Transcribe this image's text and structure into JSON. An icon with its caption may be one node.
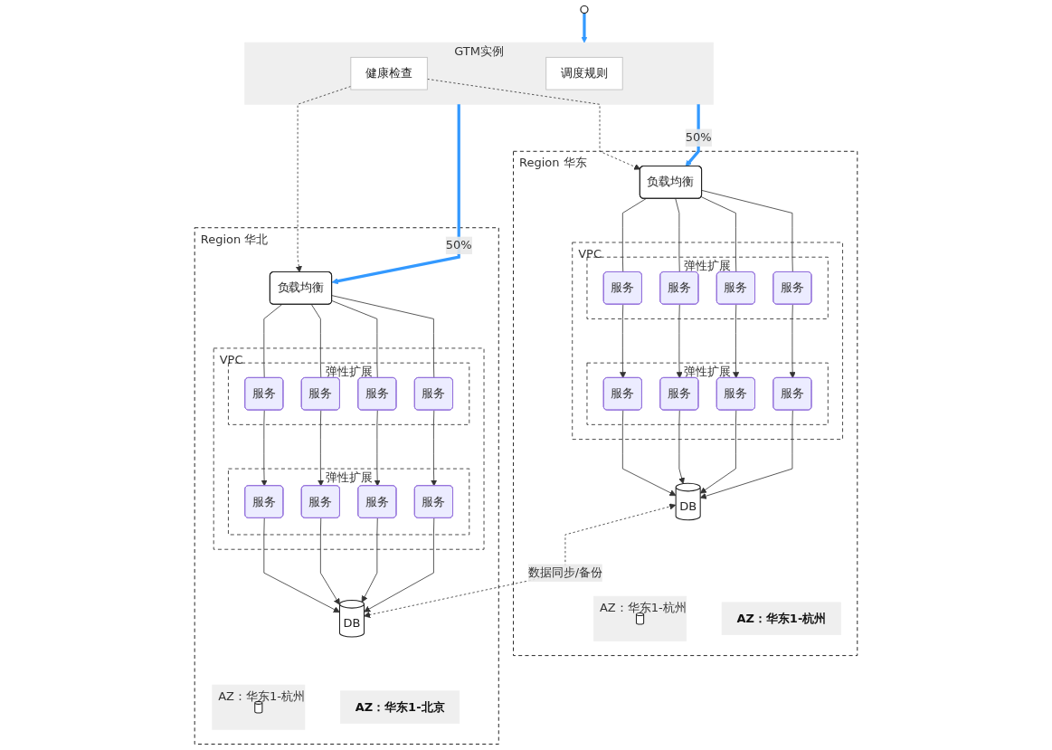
{
  "diagram": {
    "nodes": [
      {
        "text": [],
        "shape": "person"
      },
      {
        "text": [
          "GTM实例"
        ]
      },
      {
        "text": [
          "调度规则"
        ],
        "in": 1
      },
      {
        "text": [
          "健康检查"
        ],
        "in": 1
      },
      {
        "text": [
          "Region 华东"
        ]
      },
      {
        "text": [
          "负载均衡"
        ],
        "in": 4
      },
      {
        "text": [
          "AZ：华东1-杭州"
        ],
        "in": 4
      },
      {
        "text": [
          "AZ：华东1-杭州"
        ],
        "in": 4
      },
      {
        "text": [
          "VPC"
        ],
        "in": 4
      },
      {
        "text": [
          "弹性扩展"
        ],
        "in": 8
      },
      {
        "text": [
          "服务"
        ],
        "in": 9
      },
      {
        "text": [
          "服务"
        ],
        "in": 9
      },
      {
        "text": [
          "服务"
        ],
        "in": 9
      },
      {
        "text": [
          "服务"
        ],
        "in": 9
      },
      {
        "text": [
          "弹性扩展"
        ],
        "in": 8
      },
      {
        "text": [
          "服务"
        ],
        "in": 14
      },
      {
        "text": [
          "服务"
        ],
        "in": 14
      },
      {
        "text": [
          "服务"
        ],
        "in": 14
      },
      {
        "text": [
          "服务"
        ],
        "in": 14
      },
      {
        "text": [],
        "shape": "cylinder",
        "in": 6
      },
      {
        "text": [
          "DB"
        ],
        "in": 4
      },
      {
        "text": [
          "Region 华北"
        ]
      },
      {
        "text": [
          "负载均衡"
        ],
        "in": 21
      },
      {
        "text": [
          "AZ：华东1-北京"
        ],
        "in": 21
      },
      {
        "text": [
          "AZ：华东1-杭州"
        ],
        "in": 21
      },
      {
        "text": [
          "VPC"
        ],
        "in": 21
      },
      {
        "text": [
          "弹性扩展"
        ],
        "in": 25
      },
      {
        "text": [
          "服务"
        ],
        "in": 26
      },
      {
        "text": [
          "服务"
        ],
        "in": 26
      },
      {
        "text": [
          "服务"
        ],
        "in": 26
      },
      {
        "text": [
          "服务"
        ],
        "in": 26
      },
      {
        "text": [
          "弹性扩展"
        ],
        "in": 25
      },
      {
        "text": [
          "服务"
        ],
        "in": 31
      },
      {
        "text": [
          "服务"
        ],
        "in": 31
      },
      {
        "text": [
          "服务"
        ],
        "in": 31
      },
      {
        "text": [
          "服务"
        ],
        "in": 31
      },
      {
        "text": [
          "DB"
        ],
        "in": 21
      },
      {
        "text": [],
        "shape": "cylinder",
        "in": 24
      }
    ],
    "edges": [
      {
        "from": 0,
        "to": 1,
        "arrow": "to",
        "style": "thick",
        "color": "#3399ff"
      },
      {
        "from": 1,
        "to": 5,
        "arrow": "to",
        "label": "50%",
        "style": "thick",
        "color": "#3399ff"
      },
      {
        "from": 1,
        "to": 22,
        "arrow": "to",
        "label": "50%",
        "style": "thick",
        "color": "#3399ff"
      },
      {
        "from": 3,
        "to": 5,
        "arrow": "to",
        "style": "dashed"
      },
      {
        "from": 3,
        "to": 22,
        "arrow": "to",
        "style": "dashed"
      },
      {
        "from": 5,
        "to": 10,
        "arrow": "none"
      },
      {
        "from": 5,
        "to": 11,
        "arrow": "none"
      },
      {
        "from": 5,
        "to": 12,
        "arrow": "none"
      },
      {
        "from": 5,
        "to": 13,
        "arrow": "none"
      },
      {
        "from": 10,
        "to": 15,
        "arrow": "to"
      },
      {
        "from": 11,
        "to": 16,
        "arrow": "to"
      },
      {
        "from": 12,
        "to": 17,
        "arrow": "to"
      },
      {
        "from": 13,
        "to": 18,
        "arrow": "to"
      },
      {
        "from": 15,
        "to": 20,
        "arrow": "to"
      },
      {
        "from": 16,
        "to": 20,
        "arrow": "to"
      },
      {
        "from": 17,
        "to": 20,
        "arrow": "to"
      },
      {
        "from": 18,
        "to": 20,
        "arrow": "to"
      },
      {
        "from": 22,
        "to": 27,
        "arrow": "none"
      },
      {
        "from": 22,
        "to": 28,
        "arrow": "none"
      },
      {
        "from": 22,
        "to": 29,
        "arrow": "none"
      },
      {
        "from": 22,
        "to": 30,
        "arrow": "none"
      },
      {
        "from": 27,
        "to": 32,
        "arrow": "to"
      },
      {
        "from": 28,
        "to": 33,
        "arrow": "to"
      },
      {
        "from": 29,
        "to": 34,
        "arrow": "to"
      },
      {
        "from": 30,
        "to": 35,
        "arrow": "to"
      },
      {
        "from": 32,
        "to": 36,
        "arrow": "to"
      },
      {
        "from": 33,
        "to": 36,
        "arrow": "to"
      },
      {
        "from": 34,
        "to": 36,
        "arrow": "to"
      },
      {
        "from": 35,
        "to": 36,
        "arrow": "to"
      },
      {
        "from": 20,
        "to": 36,
        "arrow": "both",
        "label": "数据同步/备份",
        "style": "dashed"
      }
    ]
  }
}
